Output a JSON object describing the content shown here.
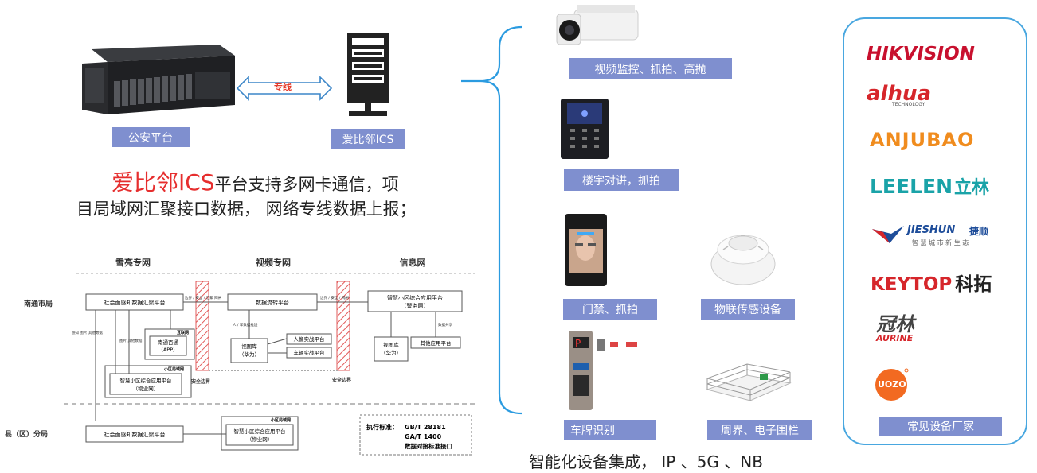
{
  "top": {
    "police_platform": "公安平台",
    "ics_platform": "爱比邻ICS",
    "dedicated_line": "专线"
  },
  "headline": {
    "highlight": "爱比邻ICS",
    "line1_rest": "平台支持多网卡通信，项",
    "line2": "目局域网汇聚接口数据， 网络专线数据上报；"
  },
  "devices": {
    "camera": "视频监控、抓拍、高抛",
    "intercom": "楼宇对讲，抓拍",
    "access": "门禁、抓拍",
    "iot": "物联传感设备",
    "plate": "车牌识别",
    "fence": "周界、电子围栏",
    "caption": "智能化设备集成， IP 、5G 、NB"
  },
  "vendors": {
    "title": "常见设备厂家",
    "hik": "HIKVISION",
    "dahua": "alhua",
    "dahua_sub": "TECHNOLOGY",
    "anjubao": "ANJUBAO",
    "leelen": "LEELEN",
    "leelen_cn": "立林",
    "jieshun": "JIESHUN",
    "jieshun_cn": "捷顺",
    "jieshun_sub": "智 慧 城 市 新 生 态",
    "keytop": "KEYTOP",
    "keytop_cn": "科拓",
    "aurine_cn": "冠林",
    "aurine": "AURINE",
    "uozo": "UOZO"
  },
  "network": {
    "col_snow": "雪亮专网",
    "col_video": "视频专网",
    "col_info": "信息网",
    "row_city": "南通市局",
    "row_county": "县（区）分局",
    "city_social": "社会面感知数据汇聚平台",
    "video_stream": "数据流转平台",
    "smart_community": "智慧小区综合应用平台",
    "smart_community_sub": "（警务网）",
    "nantong_app": "南通百通",
    "nantong_app_sub": "（APP）",
    "internet": "互联网",
    "community_lan": "小区局域网",
    "community_platform": "智慧小区综合应用平台",
    "community_platform_sub": "（物业网）",
    "video_lib": "视图库",
    "video_lib_sub": "（华为）",
    "face_lib": "人像实战平台",
    "car_lib": "车辆实战平台",
    "info_lib": "视图库",
    "info_lib_sub": "（华为）",
    "other_app": "其他应用平台",
    "safe_border1": "安全边界",
    "safe_border2": "安全边界",
    "county_social": "社会面感知数据汇聚平台",
    "county_lan": "小区局域网",
    "county_community": "智慧小区综合应用平台",
    "county_community_sub": "（物业网）",
    "standard_label": "执行标准：",
    "standard_1": "GB/T 28181",
    "standard_2": "GA/T 1400",
    "standard_3": "数据对接标准接口",
    "note_data1": "感知 图片 其他数据",
    "note_data2": "图片 其他数据",
    "note_img": "人 / 车数据推送",
    "note_info": "数据共享",
    "note_bound1": "边界 / 安全 / 汇聚 网闸",
    "note_bound2": "边界 / 安全 / 网闸"
  },
  "colors": {
    "label_bg": "#7f8fcf",
    "brace": "#2b9be0",
    "vendor_border": "#49a7e0",
    "hatch": "#e25b5b",
    "hik_red": "#c8102e",
    "anjubao_orange": "#f08c1e",
    "leelen_teal": "#1aa3a8",
    "jieshun_blue": "#1e4d9a",
    "keytop_red": "#d6262b",
    "uozo_orange": "#f26a21"
  }
}
